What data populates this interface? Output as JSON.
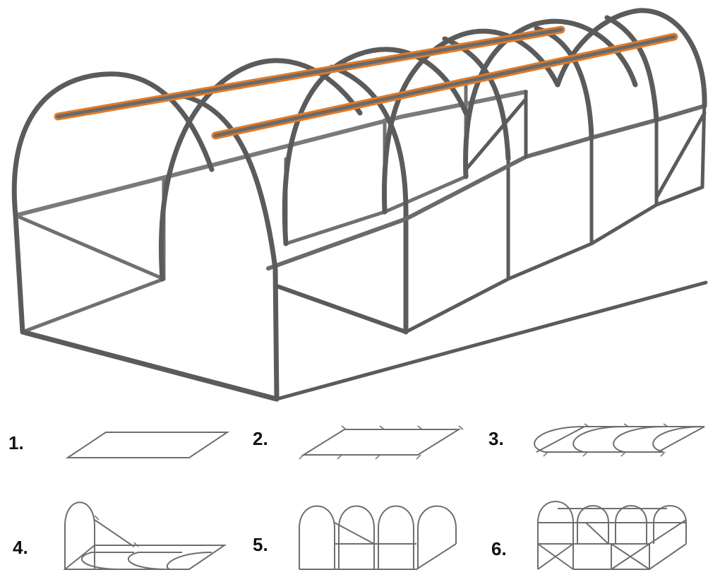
{
  "colors": {
    "frame": "#5a5a5a",
    "frame_light": "#8a8a8a",
    "ridge": "#e07b2a",
    "schematic": "#6e6e6e",
    "text": "#111111"
  },
  "main_diagram": {
    "description_icon": "greenhouse-frame-icon"
  },
  "steps": [
    {
      "label": "1."
    },
    {
      "label": "2."
    },
    {
      "label": "3."
    },
    {
      "label": "4."
    },
    {
      "label": "5."
    },
    {
      "label": "6."
    }
  ]
}
